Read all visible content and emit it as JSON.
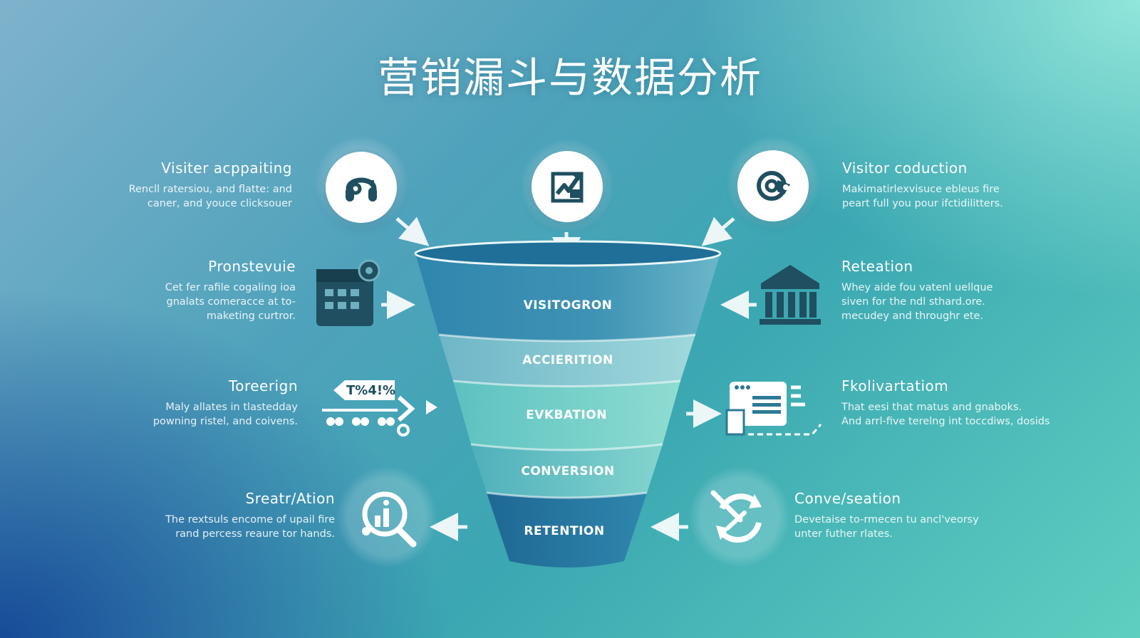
{
  "title": "营销漏斗与数据分析",
  "funnel": {
    "stages": [
      {
        "label": "VISITOGRON"
      },
      {
        "label": "ACCIERITION"
      },
      {
        "label": "EVKBATION"
      },
      {
        "label": "CONVERSION"
      },
      {
        "label": "RETENTION"
      }
    ]
  },
  "left_blocks": [
    {
      "title": "Visiter acppaiting",
      "lines": [
        "Rencll ratersiou, and flatte: and",
        "caner, and youce clicksouer"
      ],
      "icon": "headphones-icon"
    },
    {
      "title": "Pronstevuie",
      "lines": [
        "Cet fer rafile cogaling ioa",
        "gnalats comeracce at to-",
        "maketing curtror."
      ],
      "icon": "calendar-gear-icon"
    },
    {
      "title": "Toreerign",
      "lines": [
        "Maly allates in tlastedday",
        "powning ristel, and coivens."
      ],
      "icon": "discount-tag-icon"
    },
    {
      "title": "Sreatr/Ation",
      "lines": [
        "The rextsuls encome of upail fire",
        "rand percess reaure tor hands."
      ],
      "icon": "analytics-magnifier-icon"
    }
  ],
  "right_blocks": [
    {
      "title": "Visitor coduction",
      "lines": [
        "Makimatirlexvisuce ebleus fire",
        "peart full you pour ifctidilitters."
      ],
      "icon": "cycle-arrows-icon"
    },
    {
      "title": "Reteation",
      "lines": [
        "Whey aide fou vatenl uellque",
        "siven for the ndl sthard.ore.",
        "mecudey and throughr ete."
      ],
      "icon": "bank-building-icon"
    },
    {
      "title": "Fkolivartatiom",
      "lines": [
        "That eesi that matus and gnaboks.",
        "And arrl-five terelng int toccdiws, dosids"
      ],
      "icon": "dashboard-screen-icon"
    },
    {
      "title": "Conve/seation",
      "lines": [
        "Devetaise to-rmecen tu ancl'veorsy",
        "unter futher rlates."
      ],
      "icon": "refresh-tools-icon"
    }
  ],
  "top_center_icon": "chart-checkmark-icon",
  "discount_tag_text": "T%4!%",
  "colors": {
    "funnel_dark": "#1d6f9c",
    "funnel_light": "#7fd3cf",
    "icon_dark": "#1f4f60"
  }
}
